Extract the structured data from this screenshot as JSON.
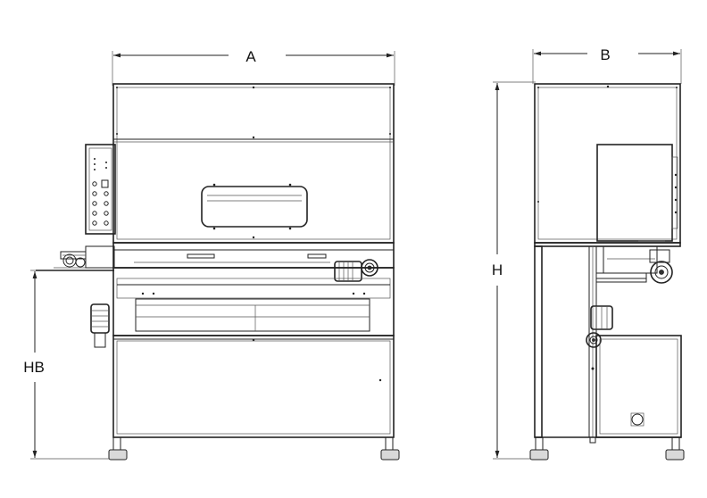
{
  "dimensions": {
    "width_label": "A",
    "depth_label": "B",
    "height_label": "H",
    "bed_height_label": "HB"
  }
}
